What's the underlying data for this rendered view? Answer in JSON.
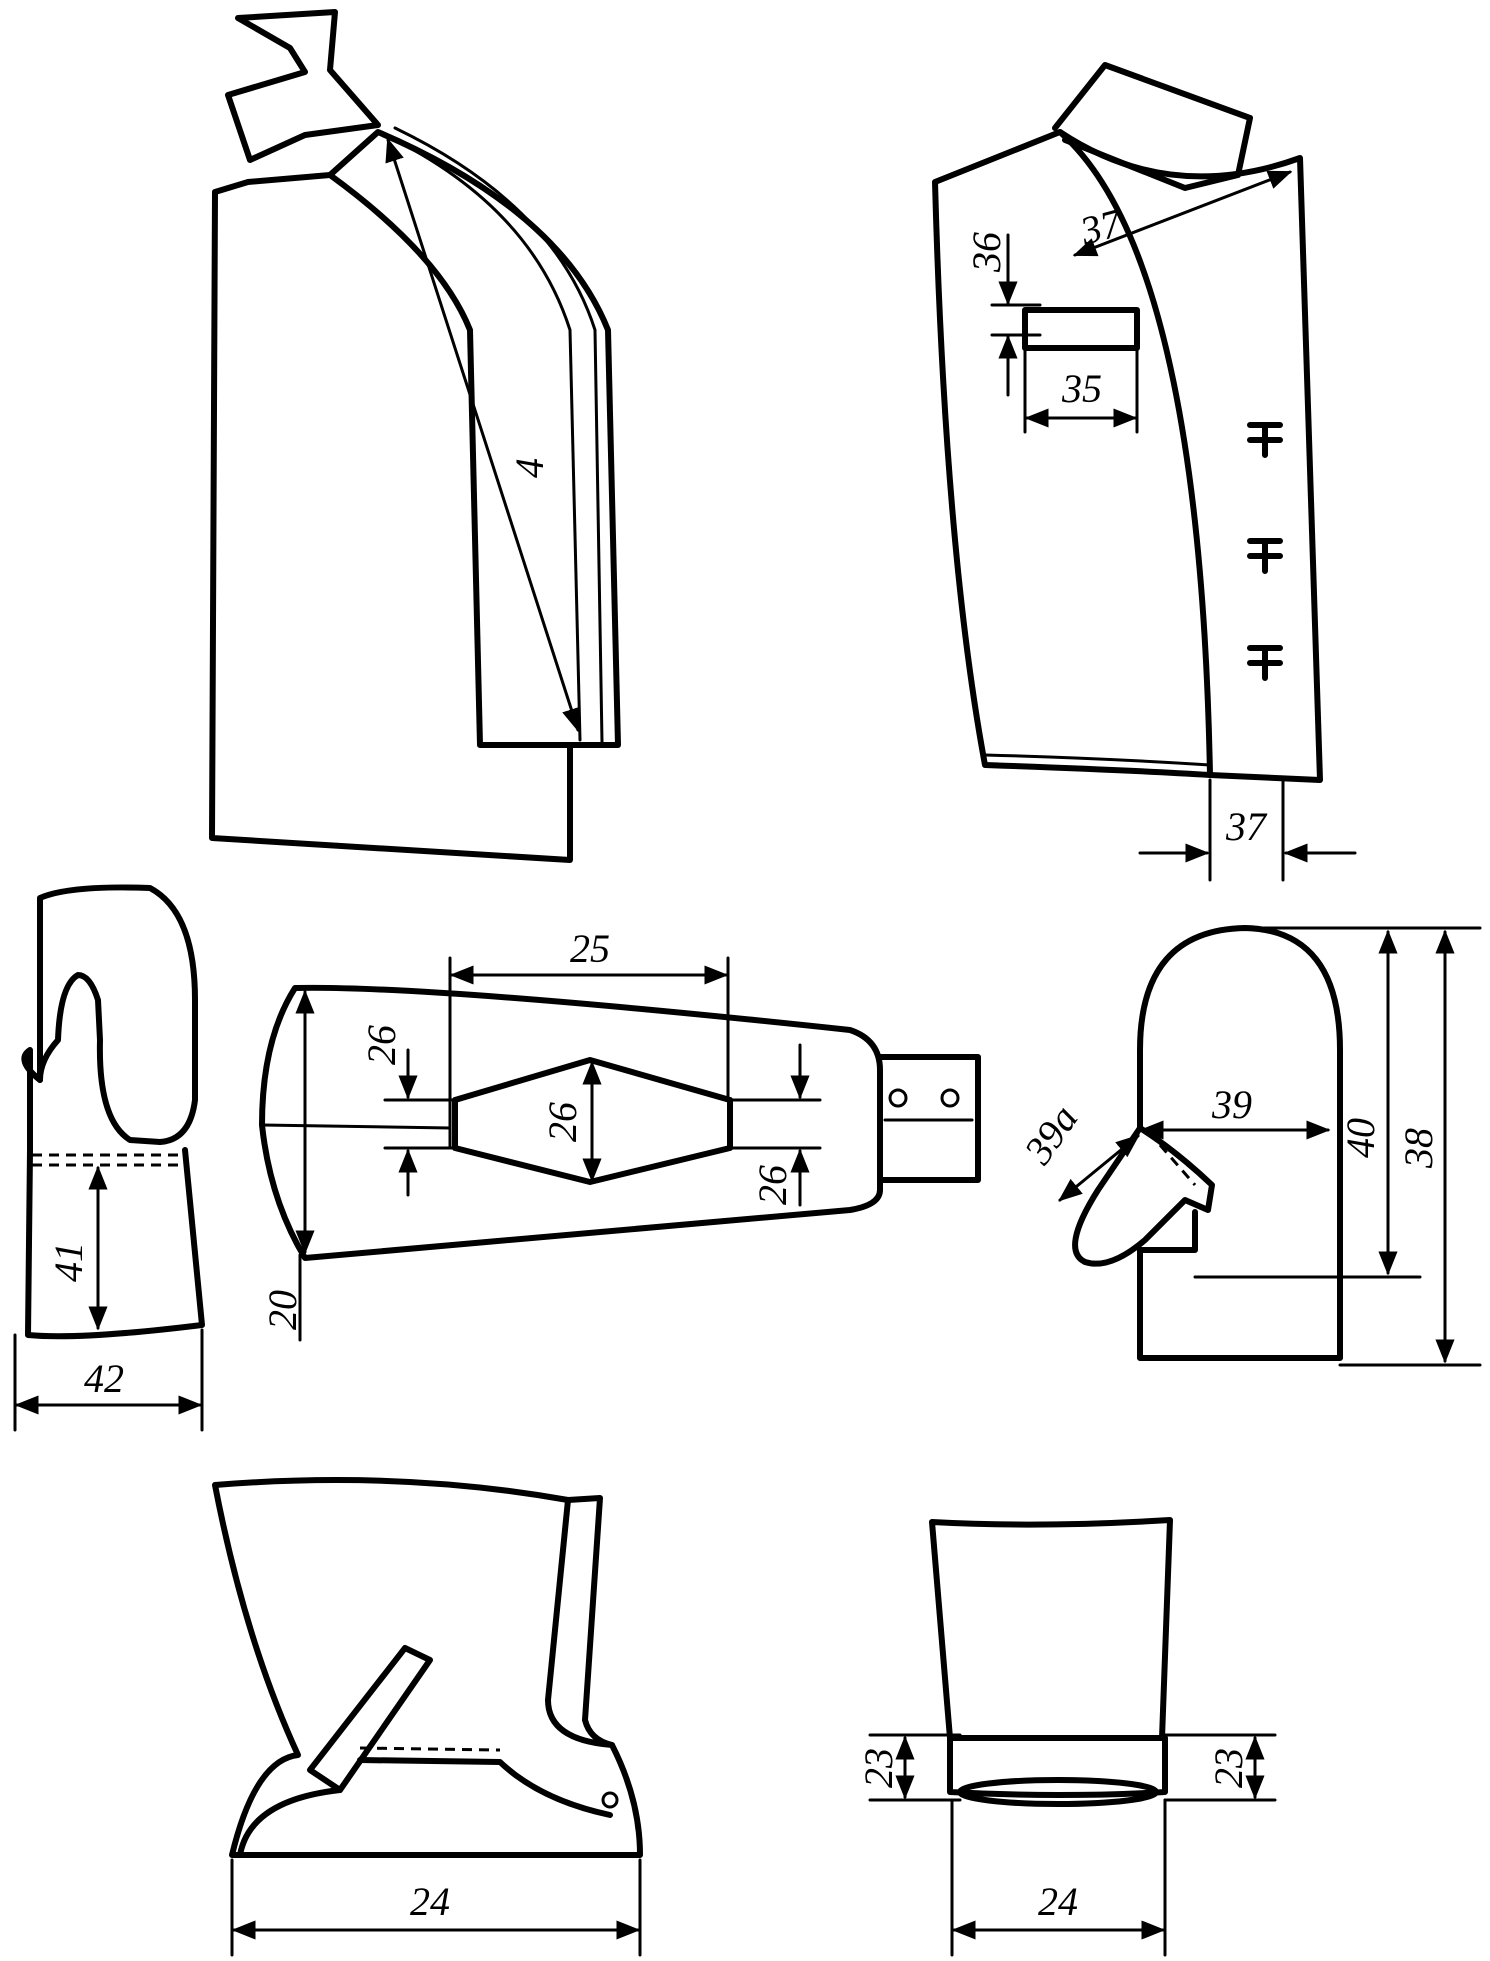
{
  "labels": {
    "jacket_front_dim": "4",
    "pocket_vertical": "36",
    "neckline": "37",
    "pocket_width": "35",
    "hem_facing": "37",
    "mitten_cuff_length": "41",
    "mitten_cuff_width": "42",
    "sleeve_width_top": "25",
    "sleeve_dart_left": "26",
    "sleeve_dart_center": "26",
    "sleeve_dart_right": "26",
    "sleeve_cap": "20",
    "mitten_thumb": "39a",
    "mitten_palm": "39",
    "mitten_inner_length": "40",
    "mitten_total_length": "38",
    "trouser_left_width": "24",
    "trouser_right_cuff_left": "23",
    "trouser_right_cuff_right": "23",
    "trouser_right_width": "24"
  }
}
